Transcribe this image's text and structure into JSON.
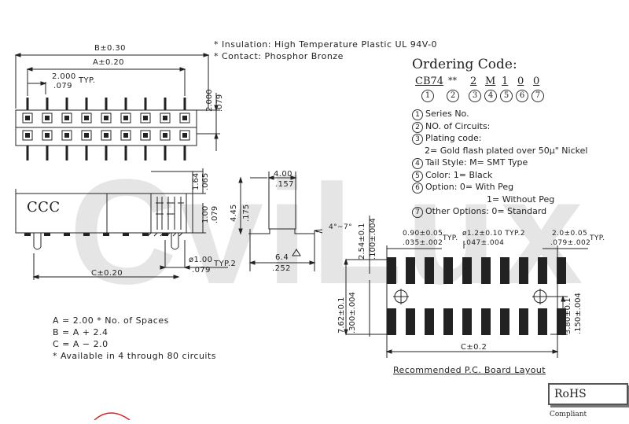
{
  "watermark": "CviLux",
  "notes_top": [
    "* Insulation: High Temperature Plastic UL 94V-0",
    "* Contact: Phosphor Bronze"
  ],
  "ordering": {
    "title": "Ordering Code:",
    "code_parts": [
      "CB74",
      "**",
      "2",
      "M",
      "1",
      "0",
      "0"
    ],
    "markers": [
      "1",
      "2",
      "3",
      "4",
      "5",
      "6",
      "7"
    ],
    "items": [
      {
        "n": "1",
        "text": "Series No."
      },
      {
        "n": "2",
        "text": "NO. of Circuits:"
      },
      {
        "n": "3",
        "text": "Plating code:"
      },
      {
        "n": "",
        "text": "2= Gold flash plated over 50µ\" Nickel"
      },
      {
        "n": "4",
        "text": "Tail Style: M= SMT Type"
      },
      {
        "n": "5",
        "text": "Color: 1= Black"
      },
      {
        "n": "6",
        "text": "Option: 0= With Peg"
      },
      {
        "n": "",
        "text": "1= Without Peg"
      },
      {
        "n": "7",
        "text": "Other Options: 0= Standard"
      }
    ]
  },
  "dims": {
    "b": "B±0.30",
    "a": "A±0.20",
    "pitch": "2.000",
    "pitch_in": ".079",
    "typ": "TYP.",
    "row_pitch": "2.000",
    "row_pitch_in": ".079",
    "h164": "1.64",
    "h065": ".065",
    "h100": "1.00",
    "h079": ".079",
    "h445": "4.45",
    "h175": ".175",
    "w400": "4.00",
    "w157": ".157",
    "angle": "4°~7°",
    "w64": "6.4",
    "w252": ".252",
    "peg": "ø1.00",
    "peg_in": ".079",
    "typ2": "TYP.2",
    "c_side": "C±0.20",
    "ccc": "CCC",
    "pcb_090": "0.90±0.05",
    "pcb_035": ".035±.002",
    "pcb_hole": "ø1.2±0.10 TYP.2",
    "pcb_hole_in": ".047±.004",
    "pcb_20": "2.0±0.05",
    "pcb_079": ".079±.002",
    "pcb_254": "2.54±0.1",
    "pcb_100": ".100±.004",
    "pcb_762": "7.62±0.1",
    "pcb_300": ".300±.004",
    "pcb_380": "3.80±0.1",
    "pcb_150": ".150±.004",
    "pcb_c": "C±0.2"
  },
  "formulas": [
    "A = 2.00 * No. of Spaces",
    "B = A + 2.4",
    "C = A − 2.0",
    "* Available in 4 through 80 circuits"
  ],
  "pcb_caption": "Recommended P.C. Board Layout",
  "rohs": {
    "main": "RoHS",
    "sub": "Compliant"
  }
}
